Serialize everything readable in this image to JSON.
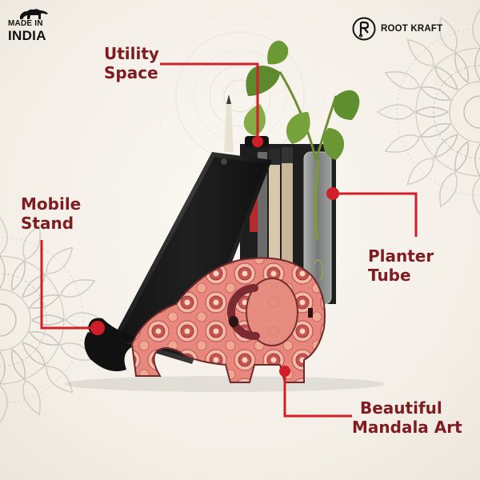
{
  "badges": {
    "made_in_line1": "MADE IN",
    "made_in_line2": "INDIA",
    "brand_name": "ROOT KRAFT"
  },
  "callouts": {
    "utility": [
      "Utility",
      "Space"
    ],
    "mobile": [
      "Mobile",
      "Stand"
    ],
    "planter": [
      "Planter",
      "Tube"
    ],
    "mandala": [
      "Beautiful",
      "Mandala Art"
    ]
  },
  "colors": {
    "accent": "#7e1c21",
    "callout_line": "#d11f2a",
    "background": "#f6f2ec",
    "elephant_pink": "#e2786f",
    "mandala_grey": "#b9b4a8"
  },
  "icons": {
    "lion": "lion-emblem-icon",
    "brand": "root-kraft-logo-icon"
  }
}
